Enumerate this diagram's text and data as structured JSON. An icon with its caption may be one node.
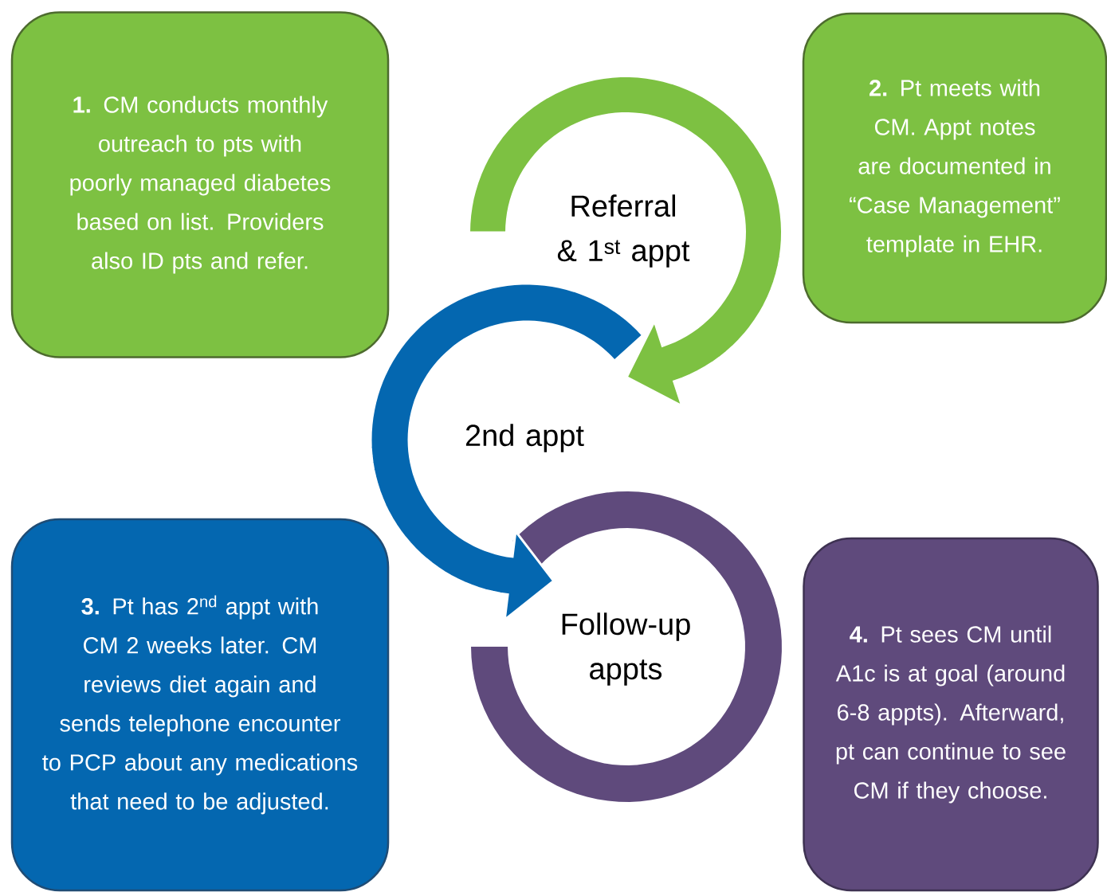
{
  "diagram": {
    "nodes": [
      {
        "text": [
          "**1.** CM conducts monthly outreach to pts with poorly managed diabetes based on list. Providers also ID pts and refer."
        ]
      },
      {
        "text": [
          "**2.** Pt meets with CM. Appt notes are documented in “Case Management” template in EHR."
        ]
      },
      {
        "text": [
          "**3.** Pt has 2$^{nd}$ appt with CM 2 weeks later. CM reviews diet again and sends telephone encounter to PCP about any medications that need to be adjusted."
        ]
      },
      {
        "text": [
          "**4.** Pt sees CM until A1c is at goal (around 6-8 appts). Afterward, pt can continue to see CM if they choose."
        ]
      },
      {
        "text": [
          "Referral & 1$^{st}$ appt"
        ]
      },
      {
        "text": [
          "2nd appt"
        ]
      },
      {
        "text": [
          "Follow-up appts"
        ]
      }
    ],
    "edges": [
      {
        "from": 4,
        "to": 5,
        "arrow": "to",
        "color": "#7dc142"
      },
      {
        "from": 5,
        "to": 6,
        "arrow": "to",
        "color": "#0467b0"
      }
    ]
  }
}
